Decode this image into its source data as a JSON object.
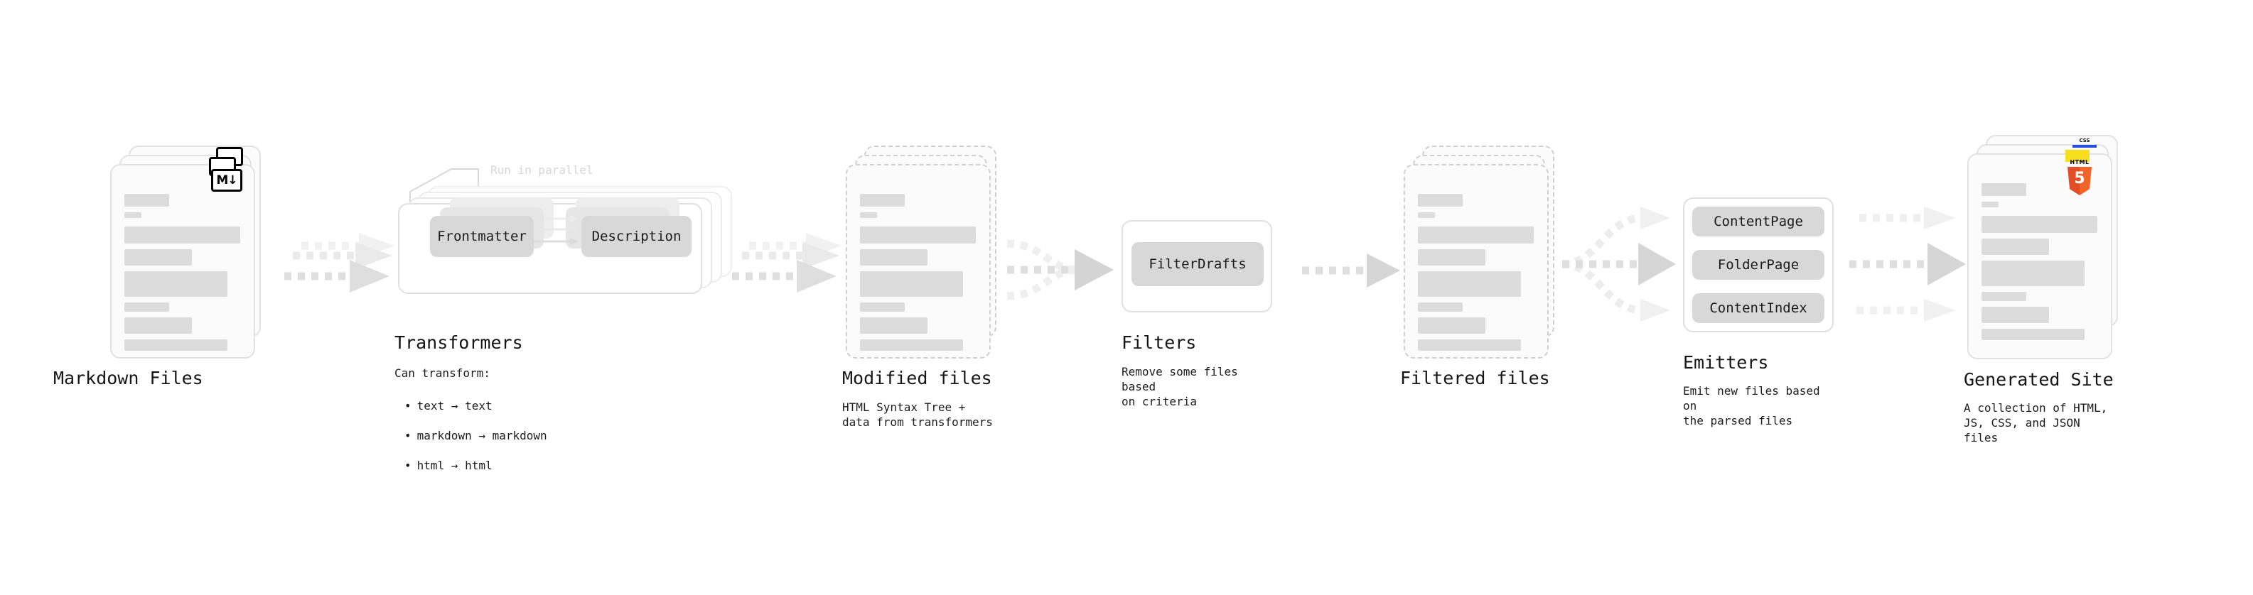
{
  "diagram": {
    "title": "Quartz content processing pipeline",
    "background": "#ffffff",
    "accent_gray": "#d8d8d8",
    "line_gray": "#e0e0e0",
    "text_color": "#161616"
  },
  "stages": [
    {
      "id": "markdown-files",
      "title": "Markdown Files",
      "description": "",
      "icon": "markdown-badge",
      "badge_label": "M↓"
    },
    {
      "id": "transformers",
      "title": "Transformers",
      "description": "Can transform:",
      "hint": "Run in parallel",
      "chips": [
        "Frontmatter",
        "Description"
      ],
      "bullets": [
        "text → text",
        "markdown → markdown",
        "html → html"
      ]
    },
    {
      "id": "modified-files",
      "title": "Modified files",
      "description": "HTML Syntax Tree +\ndata from transformers"
    },
    {
      "id": "filters",
      "title": "Filters",
      "description": "Remove some files based\non criteria",
      "chips": [
        "FilterDrafts"
      ]
    },
    {
      "id": "filtered-files",
      "title": "Filtered files",
      "description": ""
    },
    {
      "id": "emitters",
      "title": "Emitters",
      "description": "Emit new files based on\nthe parsed files",
      "chips": [
        "ContentPage",
        "FolderPage",
        "ContentIndex"
      ]
    },
    {
      "id": "generated-site",
      "title": "Generated Site",
      "description": "A collection of HTML,\nJS, CSS, and JSON files",
      "badges": [
        "html5-badge",
        "js-badge",
        "css-badge"
      ],
      "css_badge_label": "CSS"
    }
  ],
  "connectors": [
    {
      "id": "markdown-to-transformers",
      "type": "parallel-3"
    },
    {
      "id": "transformers-to-modified",
      "type": "parallel-3"
    },
    {
      "id": "modified-to-filters",
      "type": "merge-3"
    },
    {
      "id": "filters-to-filtered",
      "type": "single"
    },
    {
      "id": "filtered-to-emitters",
      "type": "fan-3"
    },
    {
      "id": "emitters-to-site",
      "type": "parallel-3-spread"
    }
  ]
}
